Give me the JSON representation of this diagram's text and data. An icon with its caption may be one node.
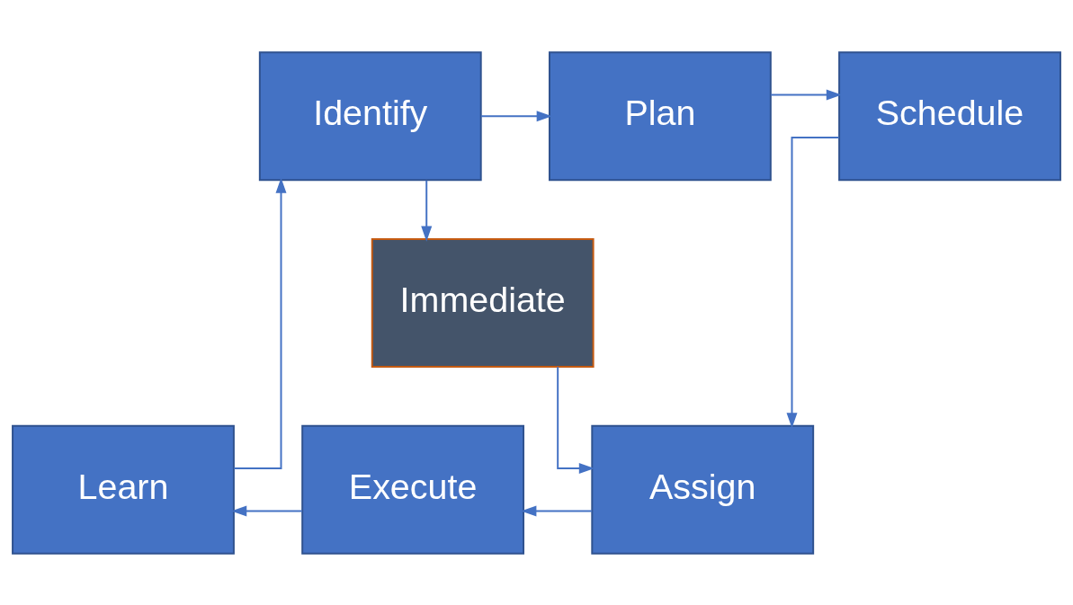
{
  "diagram": {
    "nodes": [
      {
        "text": [
          "Identify"
        ]
      },
      {
        "text": [
          "Plan"
        ]
      },
      {
        "text": [
          "Schedule"
        ]
      },
      {
        "text": [
          "Immediate"
        ]
      },
      {
        "text": [
          "Learn"
        ]
      },
      {
        "text": [
          "Execute"
        ]
      },
      {
        "text": [
          "Assign"
        ]
      }
    ],
    "edges": [
      {
        "from": 0,
        "to": 1,
        "arrow": "to"
      },
      {
        "from": 1,
        "to": 2,
        "arrow": "to"
      },
      {
        "from": 0,
        "to": 3,
        "arrow": "to"
      },
      {
        "from": 2,
        "to": 6,
        "arrow": "to"
      },
      {
        "from": 3,
        "to": 6,
        "arrow": "to"
      },
      {
        "from": 6,
        "to": 5,
        "arrow": "to"
      },
      {
        "from": 5,
        "to": 4,
        "arrow": "to"
      },
      {
        "from": 4,
        "to": 0,
        "arrow": "to"
      }
    ]
  }
}
